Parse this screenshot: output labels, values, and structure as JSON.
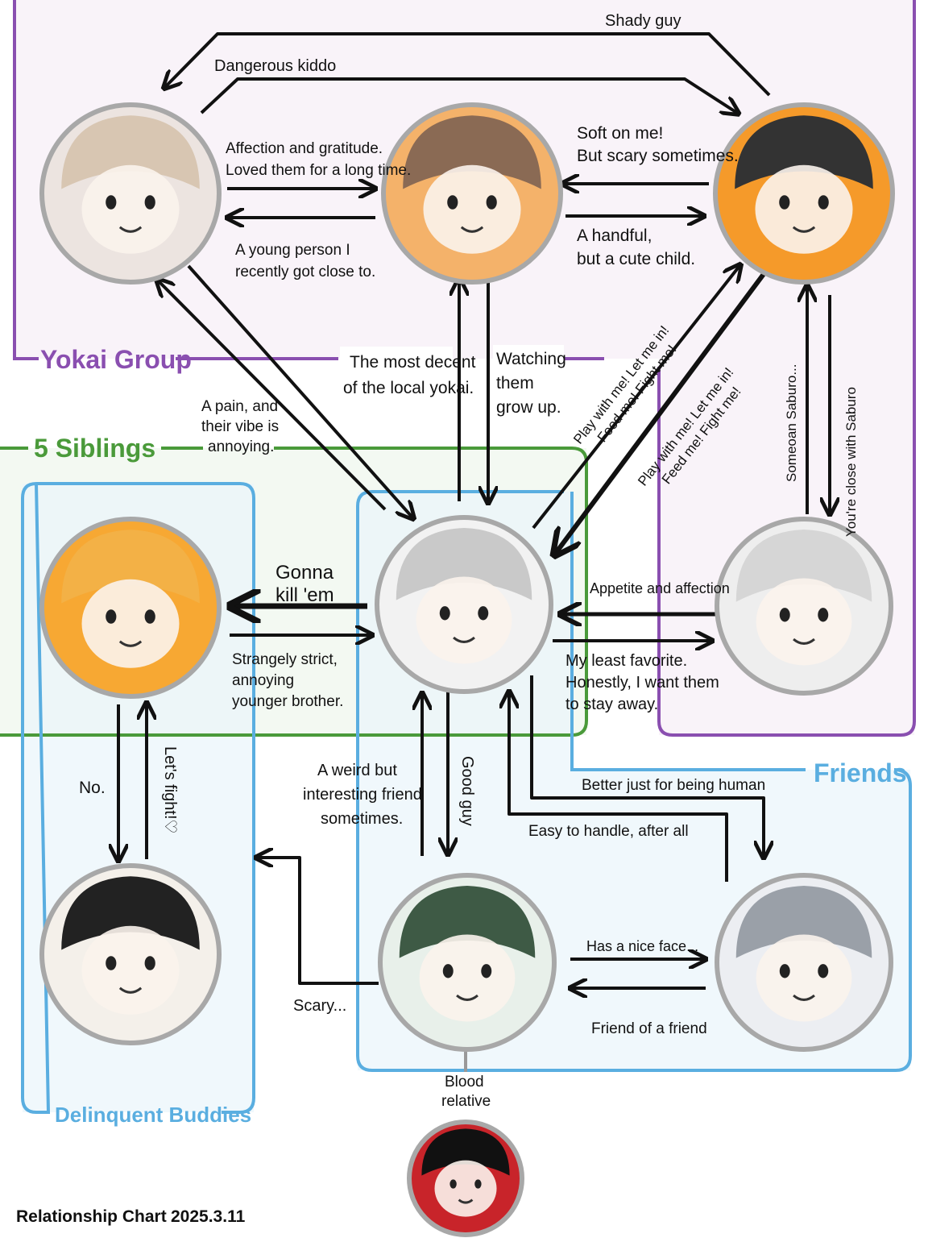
{
  "groups": {
    "yokai": "Yokai Group",
    "siblings": "5 Siblings",
    "friends": "Friends",
    "delinquent": "Delinquent Buddies"
  },
  "labels": {
    "shady_guy": "Shady guy",
    "dangerous_kiddo": "Dangerous kiddo",
    "affection_1": "Affection and gratitude.",
    "affection_2": "Loved them for a long time.",
    "young_1": "A young person I",
    "young_2": "recently got close to.",
    "soft_1": "Soft on me!",
    "soft_2": "But scary sometimes.",
    "handful_1": "A handful,",
    "handful_2": "but a cute child.",
    "decent_1": "The most decent",
    "decent_2": "of the local yokai.",
    "watch_1": "Watching",
    "watch_2": "them",
    "watch_3": "grow up.",
    "pain_1": "A pain, and",
    "pain_2": "their vibe is",
    "pain_3": "annoying.",
    "play_a1": "Play with me! Let me in!",
    "play_a2": "Feed me! Fight me!",
    "play_b1": "Play with me! Let me in!",
    "play_b2": "Feed me! Fight me!",
    "someoan": "Someoan Saburo...",
    "close_saburo": "You're close with Saburo",
    "gonna_1": "Gonna",
    "gonna_2": "kill 'em",
    "strict_1": "Strangely strict,",
    "strict_2": "annoying",
    "strict_3": "younger brother.",
    "appetite": "Appetite and affection",
    "least_1": "My least favorite.",
    "least_2": "Honestly, I want them",
    "least_3": "to stay away.",
    "no": "No.",
    "lets_fight": "Let's fight!♡",
    "weird_1": "A weird but",
    "weird_2": "interesting friend",
    "weird_3": "sometimes.",
    "good_guy": "Good guy",
    "better_human": "Better just for being human",
    "easy_handle": "Easy to handle, after all",
    "nice_face": "Has a nice face...",
    "friend_of_friend": "Friend of a friend",
    "scary": "Scary...",
    "blood_1": "Blood",
    "blood_2": "relative"
  },
  "footer": {
    "title": "Relationship Chart",
    "date": "2025.3.11"
  },
  "colors": {
    "yokai": "#8a4fb0",
    "yokai_bg": "#f6eef6",
    "siblings": "#4a9a3a",
    "siblings_bg": "#eef7ec",
    "friends": "#5aaee0",
    "friends_bg": "#e9f5fb",
    "ring": "#a8a8a8"
  },
  "characters": [
    {
      "id": "blond-man",
      "fill": "#ece4e0",
      "accent": "#d8c6b2"
    },
    {
      "id": "brown-hair-girl",
      "fill": "#f4b26a",
      "accent": "#8a6a54"
    },
    {
      "id": "wolf-yokai",
      "fill": "#f59a2a",
      "accent": "#333333"
    },
    {
      "id": "orange-hair-boy",
      "fill": "#f7a833",
      "accent": "#f3b146"
    },
    {
      "id": "glasses-man",
      "fill": "#f2f2f2",
      "accent": "#c9c9c9"
    },
    {
      "id": "white-hair-yokai",
      "fill": "#eeeeee",
      "accent": "#d6d6d6"
    },
    {
      "id": "black-hair-delinquent",
      "fill": "#f4f0ea",
      "accent": "#222222"
    },
    {
      "id": "green-hair-boy",
      "fill": "#e8f0ea",
      "accent": "#3e5a45"
    },
    {
      "id": "silver-hair-man",
      "fill": "#eceef2",
      "accent": "#9aa0a8"
    },
    {
      "id": "relative-glasses",
      "fill": "#c8242a",
      "accent": "#111111"
    }
  ]
}
